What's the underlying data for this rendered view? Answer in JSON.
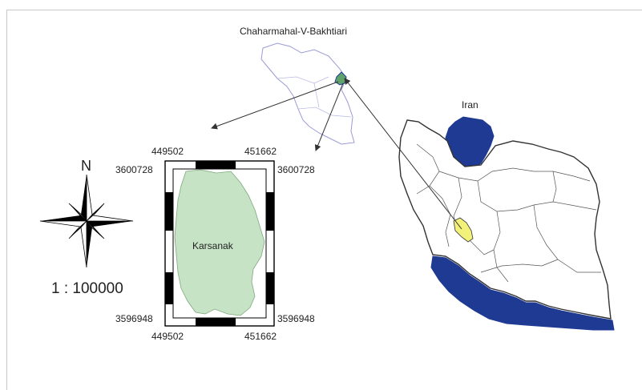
{
  "map": {
    "province_label": "Chaharmahal-V-Bakhtiari",
    "country_label": "Iran",
    "site_label": "Karsanak",
    "north_label": "N",
    "scale_label": "1 : 100000",
    "coords": {
      "top_left_x": "449502",
      "top_right_x": "451662",
      "bottom_left_x": "449502",
      "bottom_right_x": "451662",
      "left_top_y": "3600728",
      "right_top_y": "3600728",
      "left_bottom_y": "3596948",
      "right_bottom_y": "3596948"
    },
    "colors": {
      "water": "#1f3a93",
      "study_area": "#c6e3c6",
      "province_highlight": "#f2f27a",
      "province_outline": "#9b9bd6",
      "frame_line": "#c8c8c8"
    }
  }
}
